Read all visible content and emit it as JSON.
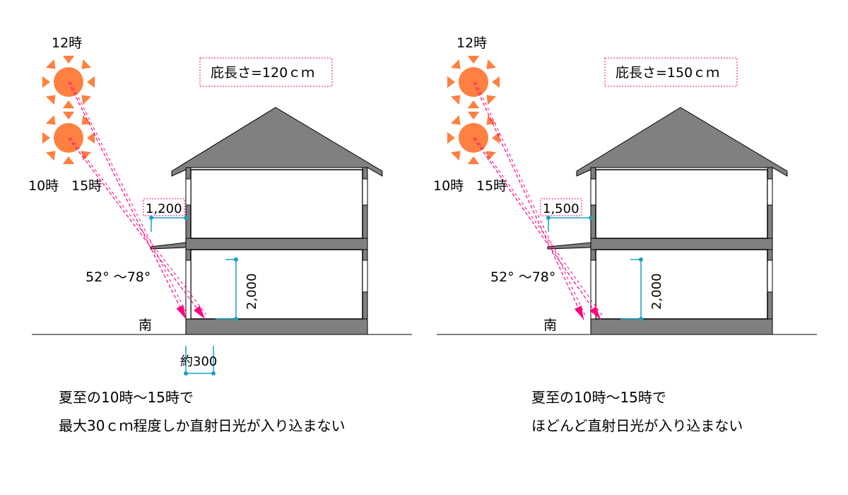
{
  "colors": {
    "sun": "#ff8040",
    "ray": "#ff0080",
    "wall": "#808080",
    "dimension": "#1ba1c0"
  },
  "panels": [
    {
      "title": "庇長さ=120ｃｍ",
      "overhang_label": "1,200",
      "height_label": "2,000",
      "sun_labels": {
        "noon": "12時",
        "ten": "10時",
        "fifteen": "15時"
      },
      "angle_label": "52° ～78°",
      "direction_label": "南",
      "penetration_label": "約300",
      "caption_line1": "夏至の10時～15時で",
      "caption_line2": "最大30ｃｍ程度しか直射日光が入り込まない"
    },
    {
      "title": "庇長さ=150ｃｍ",
      "overhang_label": "1,500",
      "height_label": "2,000",
      "sun_labels": {
        "noon": "12時",
        "ten": "10時",
        "fifteen": "15時"
      },
      "angle_label": "52° ～78°",
      "direction_label": "南",
      "caption_line1": "夏至の10時～15時で",
      "caption_line2": "ほどんど直射日光が入り込まない"
    }
  ]
}
